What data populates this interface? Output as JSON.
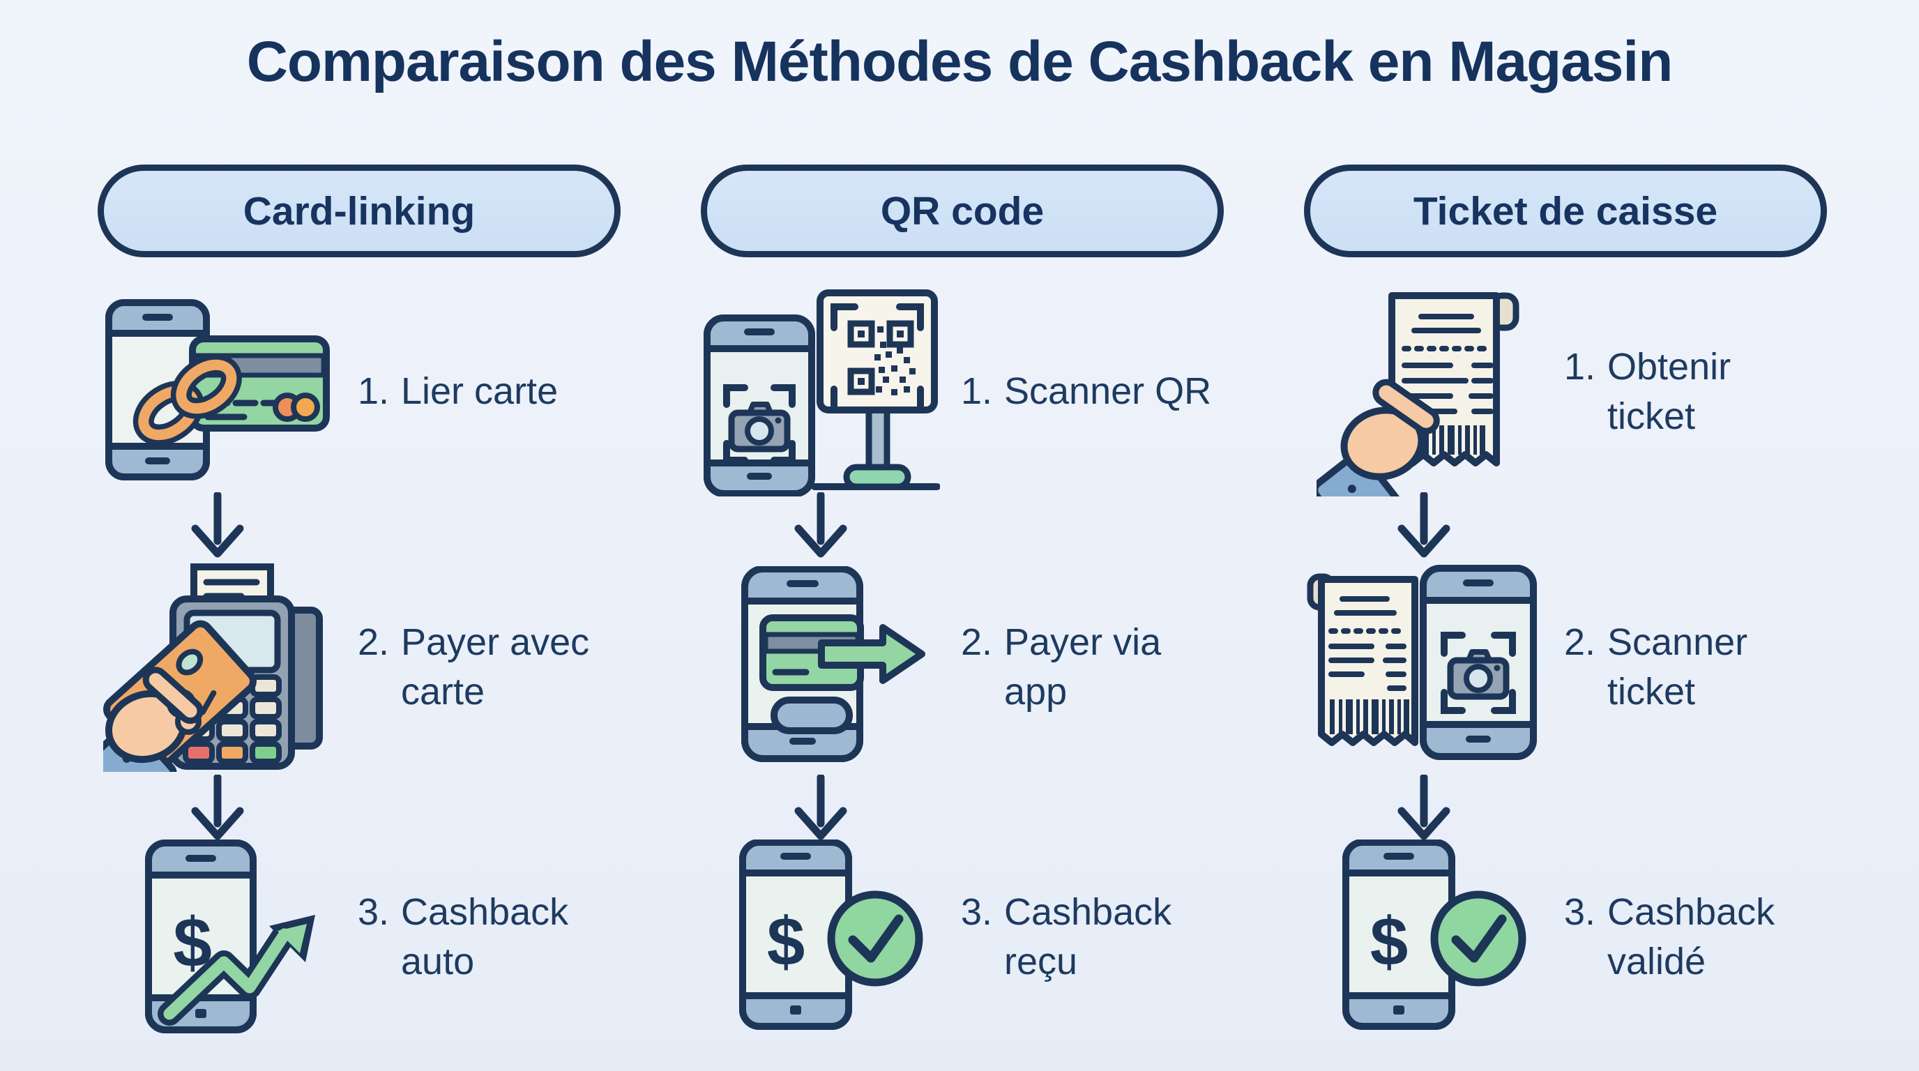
{
  "title": "Comparaison des Méthodes de Cashback en Magasin",
  "currency_symbol": "$",
  "colors": {
    "background": "#ebf0f9",
    "navy_outline": "#1d3557",
    "title_text": "#16335e",
    "label_text": "#1e3a5f",
    "pill_fill": "#cfe2f6",
    "green": "#93d5a3",
    "orange": "#f0a964",
    "skin": "#f6caa4",
    "sleeve_blue": "#85abd0",
    "device_gray": "#95a3b3",
    "bezel_blue": "#a0b9d3"
  },
  "columns": [
    {
      "id": "card-linking",
      "header": "Card-linking",
      "steps": [
        {
          "number": "1.",
          "label": "Lier carte",
          "label_lines": [
            "Lier carte",
            ""
          ],
          "icon": "phone-card-link"
        },
        {
          "number": "2.",
          "label": "Payer avec carte",
          "label_lines": [
            "Payer avec",
            "carte"
          ],
          "icon": "terminal-card-payment"
        },
        {
          "number": "3.",
          "label": "Cashback auto",
          "label_lines": [
            "Cashback",
            "auto"
          ],
          "icon": "phone-cashback-growth"
        }
      ]
    },
    {
      "id": "qr-code",
      "header": "QR code",
      "steps": [
        {
          "number": "1.",
          "label": "Scanner QR",
          "label_lines": [
            "Scanner QR",
            ""
          ],
          "icon": "phone-qr-sign-scan"
        },
        {
          "number": "2.",
          "label": "Payer via app",
          "label_lines": [
            "Payer via",
            "app"
          ],
          "icon": "phone-card-pay-arrow"
        },
        {
          "number": "3.",
          "label": "Cashback reçu",
          "label_lines": [
            "Cashback",
            "reçu"
          ],
          "icon": "phone-cashback-check"
        }
      ]
    },
    {
      "id": "ticket-de-caisse",
      "header": "Ticket de caisse",
      "steps": [
        {
          "number": "1.",
          "label": "Obtenir ticket",
          "label_lines": [
            "Obtenir",
            "ticket"
          ],
          "icon": "hand-receipt"
        },
        {
          "number": "2.",
          "label": "Scanner ticket",
          "label_lines": [
            "Scanner",
            "ticket"
          ],
          "icon": "receipt-phone-scan"
        },
        {
          "number": "3.",
          "label": "Cashback validé",
          "label_lines": [
            "Cashback",
            "validé"
          ],
          "icon": "phone-cashback-check"
        }
      ]
    }
  ]
}
